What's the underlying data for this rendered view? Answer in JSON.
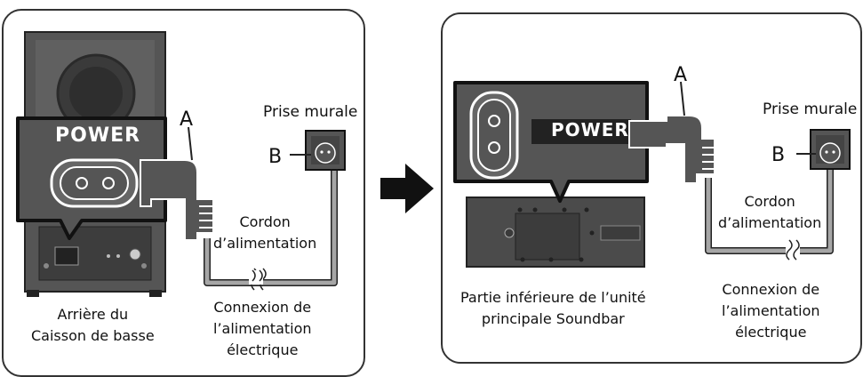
{
  "colors": {
    "device_dark": "#4a4a4a",
    "device_mid": "#6d6d6d",
    "cable": "#a0a0a0",
    "outline": "#222222"
  },
  "left_panel": {
    "power_label": "POWER",
    "plug_label": "A",
    "outlet_label": "B",
    "wall_outlet_title": "Prise murale",
    "cord_label": [
      "Cordon",
      "d’alimentation"
    ],
    "connection_label": [
      "Connexion de",
      "l’alimentation",
      "électrique"
    ],
    "device_caption": [
      "Arrière du",
      "Caisson de basse"
    ]
  },
  "arrow": {
    "icon": "right-arrow-icon"
  },
  "right_panel": {
    "power_label": "POWER",
    "plug_label": "A",
    "outlet_label": "B",
    "wall_outlet_title": "Prise murale",
    "cord_label": [
      "Cordon",
      "d’alimentation"
    ],
    "connection_label": [
      "Connexion de",
      "l’alimentation",
      "électrique"
    ],
    "device_caption": [
      "Partie inférieure de l’unité",
      "principale Soundbar"
    ]
  }
}
